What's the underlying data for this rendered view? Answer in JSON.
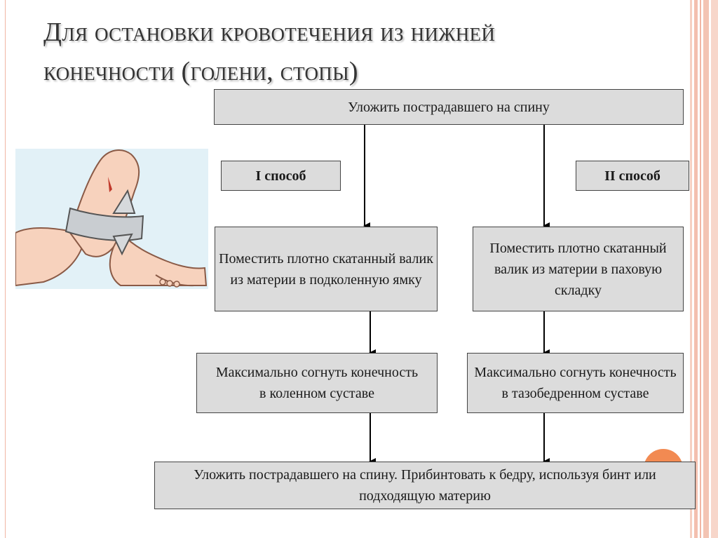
{
  "title": {
    "line1": "Для остановки кровотечения из нижней",
    "line2": "конечности (голени, стопы)"
  },
  "diagram": {
    "top_box": "Уложить пострадавшего на спину",
    "method1_label": "I способ",
    "method2_label": "II способ",
    "method1_step1": "Поместить плотно скатанный валик из материи в подколенную ямку",
    "method2_step1": "Поместить плотно скатанный валик из материи в паховую складку",
    "method1_step2": "Максимально согнуть конечность в коленном суставе",
    "method2_step2": "Максимально согнуть конечность в тазобедренном суставе",
    "bottom_box": "Уложить пострадавшего на спину. Прибинтовать к бедру, используя бинт или подходящую материю"
  },
  "illustration": {
    "icon": "bandaged-leg-illustration"
  },
  "colors": {
    "box_fill": "#dcdcdc",
    "box_border": "#444444",
    "frame_accent": "#f1b6a4",
    "dot_accent": "#f28a52"
  }
}
